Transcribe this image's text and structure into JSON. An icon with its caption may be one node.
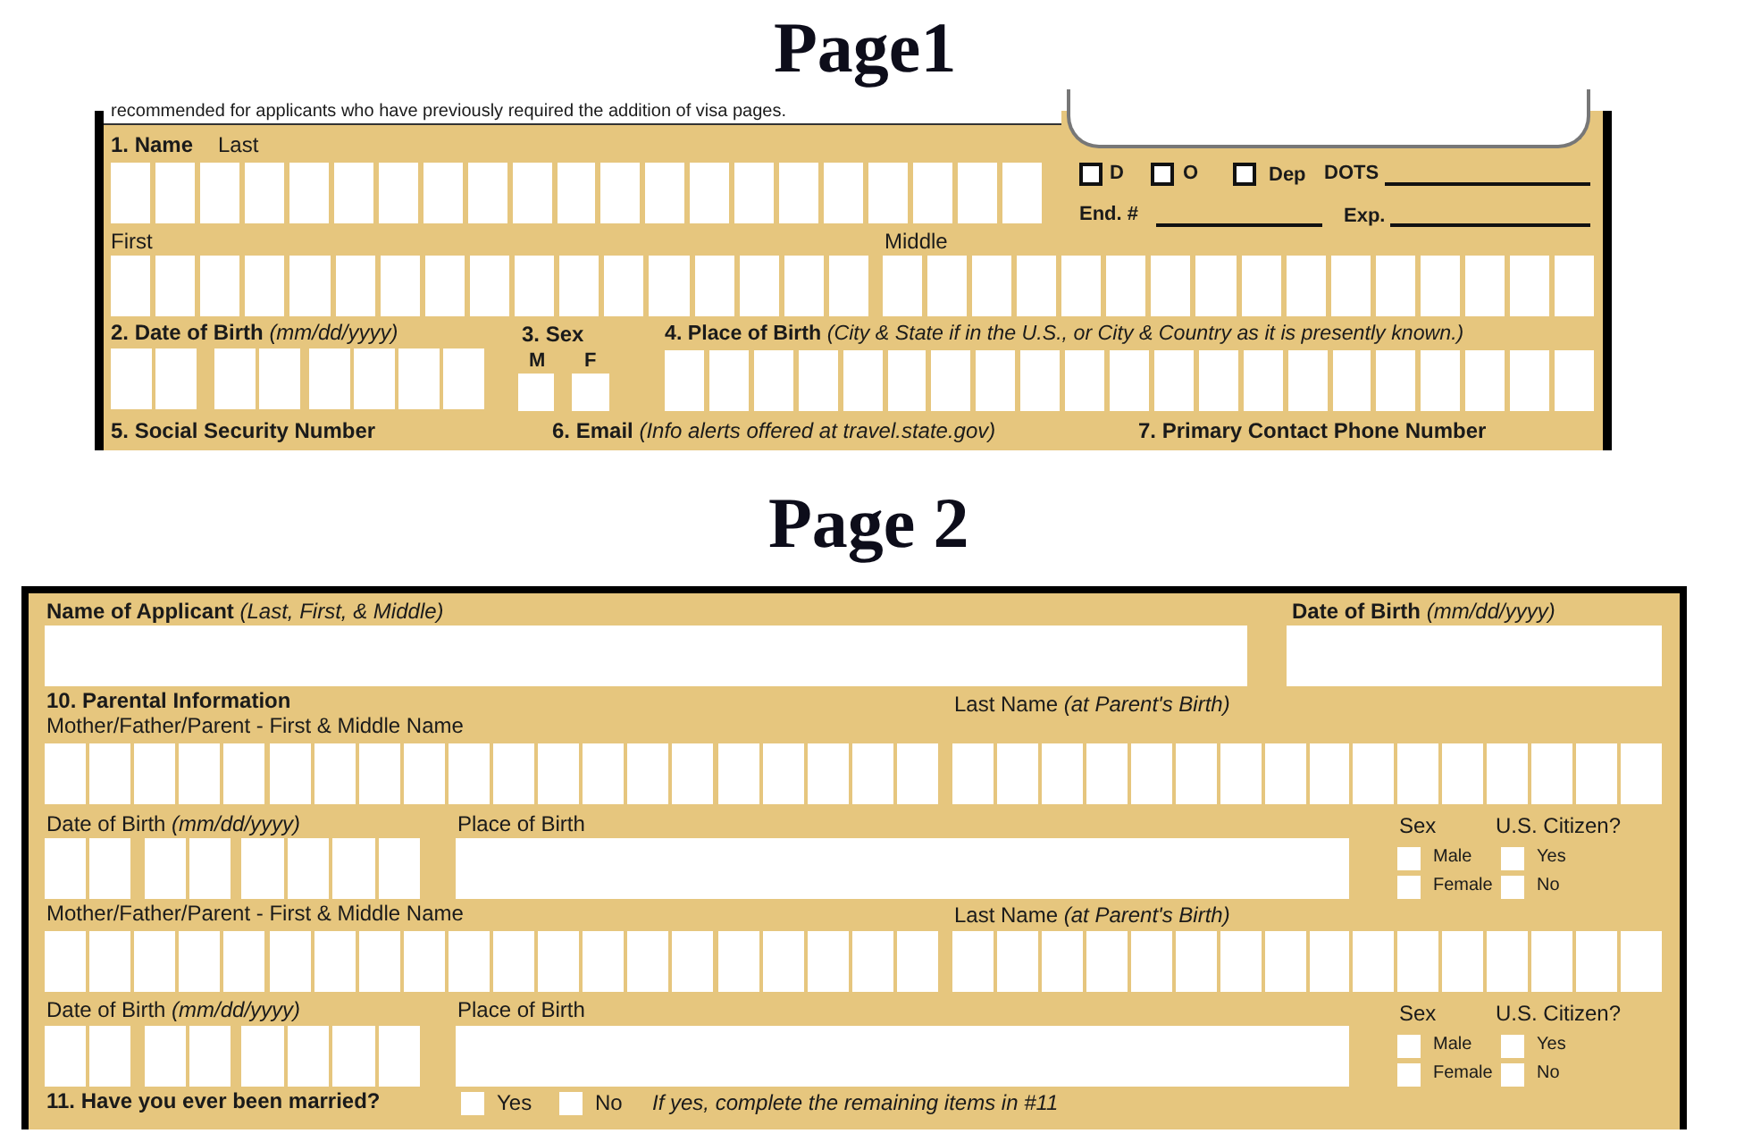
{
  "diagram": {
    "nodes": [
      {
        "text": [],
        "shape": "box"
      }
    ],
    "labels": [
      "Page1",
      "recommended for applicants who have previously required the addition of visa pages.",
      "1. Name",
      "Last",
      "D",
      "O",
      "Dep",
      "DOTS",
      "End. #",
      "Exp.",
      "First",
      "Middle",
      "**2. Date of Birth** *(mm/dd/yyyy)*",
      "3. Sex",
      "M",
      "F",
      "**4. Place of Birth** *(City & State if in the U.S., or City & Country as it is presently known.)*",
      "5. Social Security Number",
      "**6. Email** *(Info alerts offered at travel.state.gov)*",
      "7. Primary Contact Phone Number",
      "Page 2",
      "**Name of Applicant** *(Last, First, & Middle)*",
      "**Date of Birth** *(mm/dd/yyyy)*",
      "10. Parental Information",
      "Mother/Father/Parent - First & Middle Name",
      "Last Name *(at Parent's Birth)*",
      "Date of Birth *(mm/dd/yyyy)*",
      "Place of Birth",
      "Sex",
      "U.S. Citizen?",
      "Male",
      "Yes",
      "Female",
      "No",
      "Mother/Father/Parent - First & Middle Name",
      "Last Name *(at Parent's Birth)*",
      "Date of Birth *(mm/dd/yyyy)*",
      "Place of Birth",
      "Sex",
      "U.S. Citizen?",
      "Male",
      "Yes",
      "Female",
      "No",
      "11. Have you ever been married?",
      "Yes",
      "No",
      "If yes, complete the remaining items in #11"
    ]
  }
}
